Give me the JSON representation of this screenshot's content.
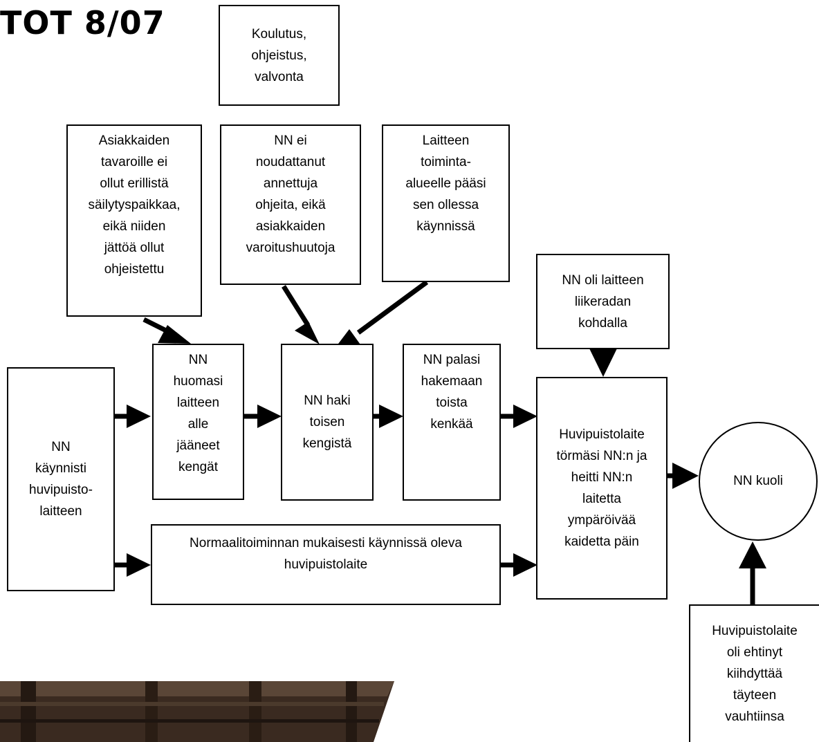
{
  "title": "TOT 8/07",
  "nodes": {
    "koulutus": "Koulutus,\nohjeistus,\nvalvonta",
    "asiakkaiden": "Asiakkaiden\ntavaroille ei\nollut erillistä\nsäilytyspaikkaa,\neikä niiden\njättöä ollut\nohjeistettu",
    "nn_ei": "NN ei\nnoudattanut\nannettuja\nohjeita, eikä\nasiakkaiden\nvaroitushuutoja",
    "laitteen": "Laitteen\ntoiminta-\nalueelle pääsi\nsen ollessa\nkäynnissä",
    "nn_oli": "NN oli laitteen\nliikeradan\nkohdalla",
    "kaynnisti": "NN\nkäynnisti\nhuvipuisto-\nlaitteen",
    "huomasi": "NN\nhuomasi\nlaitteen\nalle\njääneet\nkengät",
    "haki": "NN haki\ntoisen\nkengistä",
    "palasi": "NN palasi\nhakemaan\ntoista\nkenkää",
    "tormasi": "Huvipuistolaite\ntörmäsi NN:n ja\nheitti NN:n\nlaitetta\nympäröivää\nkaidetta päin",
    "normaali": "Normaalitoiminnan mukaisesti käynnissä oleva\nhuvipuistolaite",
    "kuoli": "NN kuoli",
    "kiihdyttaa": "Huvipuistolaite\noli ehtinyt\nkiihdyttää\ntäyteen\nvauhtiinsa"
  }
}
